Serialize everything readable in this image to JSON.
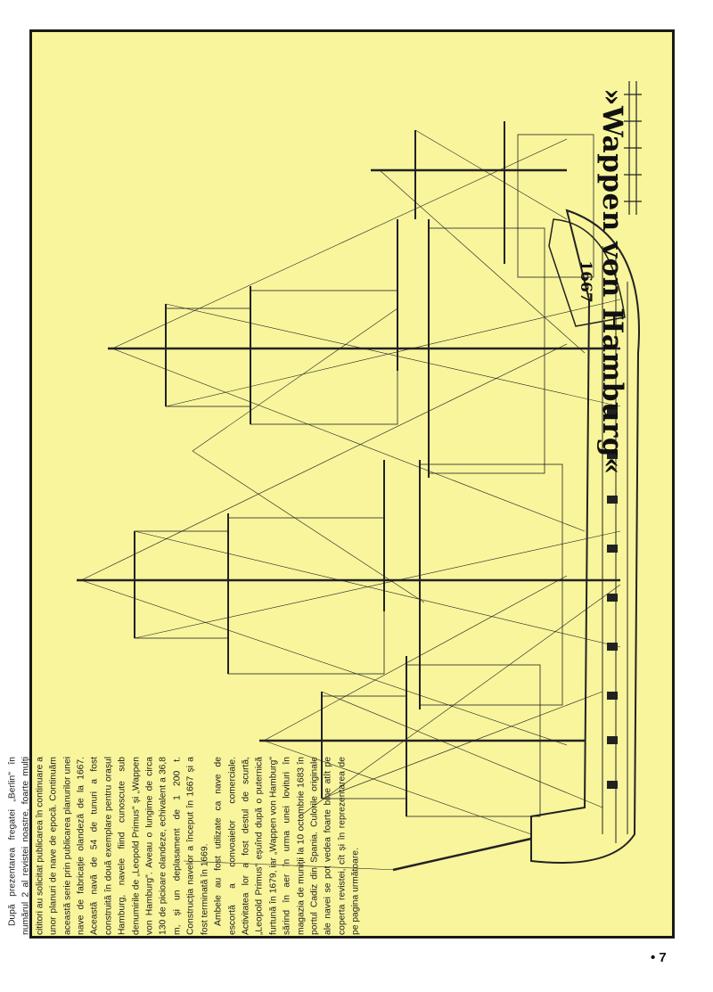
{
  "title": "»Wappen von Hamburg«",
  "year": "1667",
  "article": {
    "paragraphs": [
      "După prezentarea fregatei „Berlin\" în numărul 2 al revistei noastre, foarte mulți cititori au solicitat publicarea în continuare a unor planuri de nave de epocă. Continuăm această serie prin publicarea planurilor unei nave de fabricație olandeză de la 1667. Această navă de 54 de tunuri a fost construită în două exemplare pentru orașul Hamburg, navele fiind cunoscute sub denumirile de „Leopold Primus\" și „Wappen von Hamburg\". Aveau o lungime de circa 130 de picioare olandeze, echivalent a 36,8 m, și un deplasament de 1 200 t. Construcția navelor a început în 1667 și a fost terminată în 1669.",
      "Ambele au fost utilizate ca nave de escortă a convoaielor comerciale. Activitatea lor a fost destul de scurtă, „Leopold Primus\" eșuînd după o puternică furtună în 1679, iar „Wappen von Hamburg\" sărind în aer în urma unei lovituri în magazia de muniții la 10 octombrie 1683 în portul Cadiz din Spania. Culorile originale ale navei se pot vedea foarte bine atît pe coperta revistei, cît și în reprezentarea de pe pagina următoare."
    ]
  },
  "page_number": "7",
  "colors": {
    "panel": "#f8f59c",
    "ink": "#1a1a14"
  }
}
